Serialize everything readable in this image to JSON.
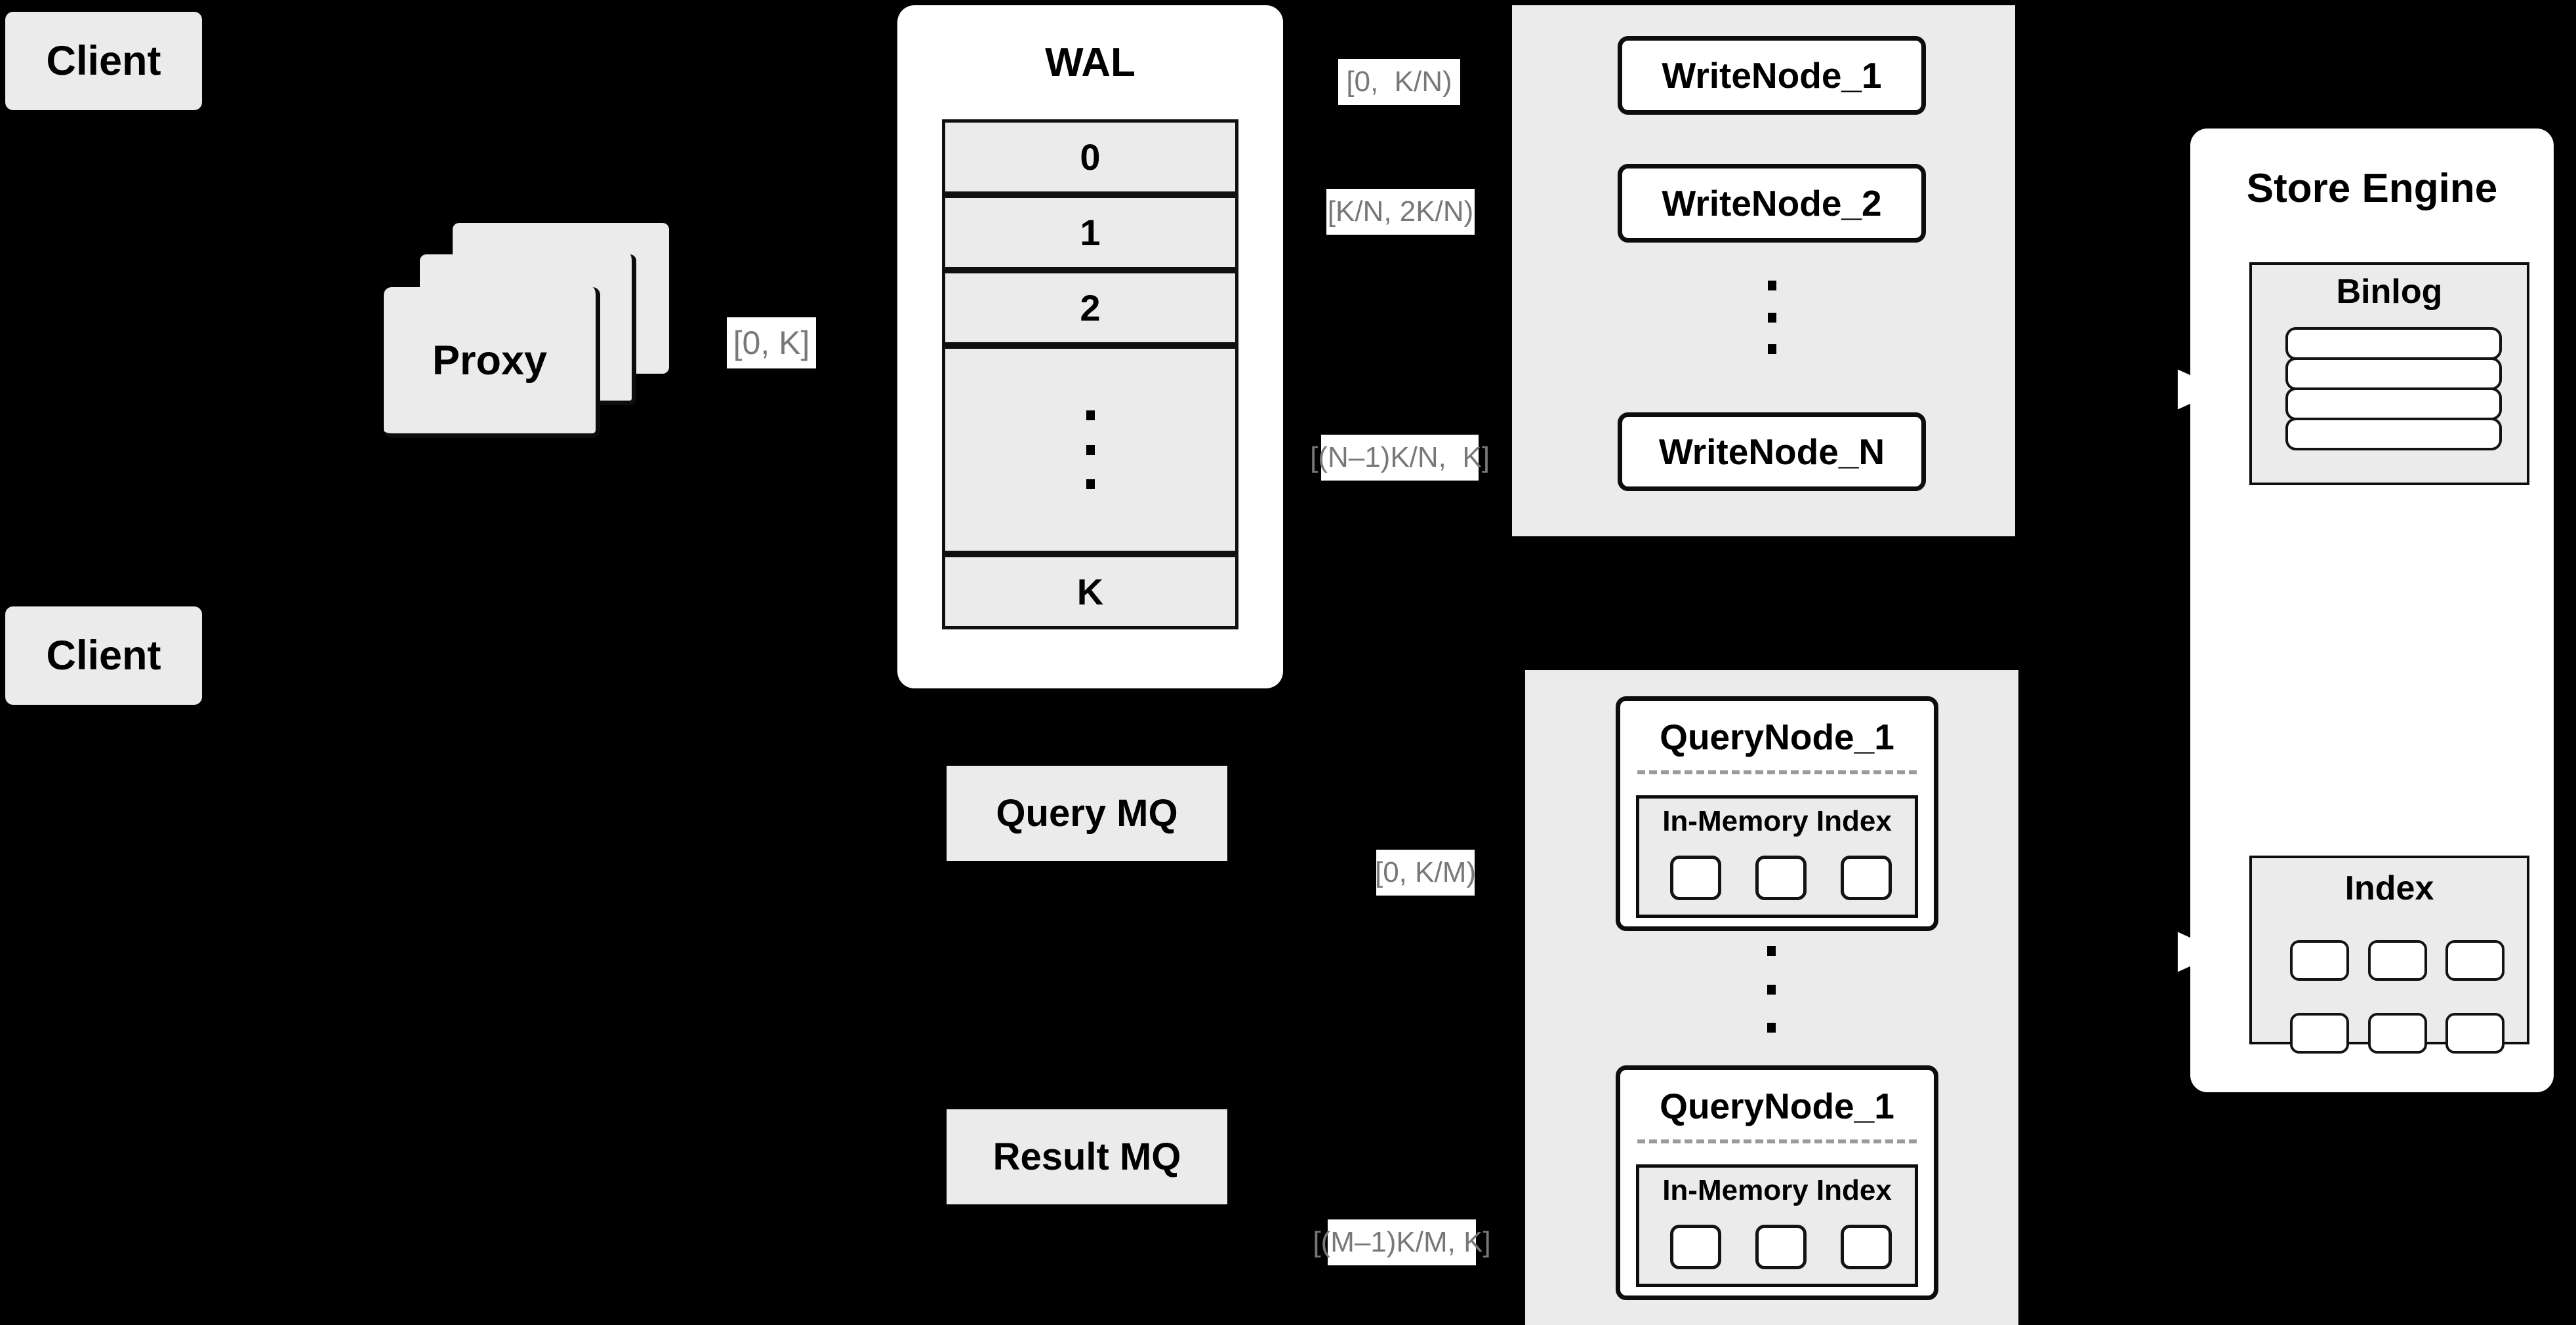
{
  "diagram": {
    "title": "Distributed Write/Query Architecture",
    "background": "#000000",
    "panel_fill": "#ebebeb",
    "card_fill": "#ffffff",
    "label_text_color": "#787878",
    "stroke_color": "#0d0d0d"
  },
  "clients": [
    {
      "label": "Client"
    },
    {
      "label": "Client"
    }
  ],
  "proxy": {
    "label": "Proxy",
    "stack_count": 3
  },
  "wal": {
    "title": "WAL",
    "rows": [
      "0",
      "1",
      "2"
    ],
    "ellipsis": "···",
    "last_row": "K"
  },
  "queues": [
    {
      "label": "Query MQ"
    },
    {
      "label": "Result MQ"
    }
  ],
  "range_labels": {
    "proxy_to_wal": "[0, K]",
    "write_node_1": "[0,  K/N)",
    "write_node_2": "[K/N, 2K/N)",
    "write_node_n": "[(N–1)K/N,  K]",
    "query_node_1": "[0, K/M)",
    "query_node_m": "[(M–1)K/M, K]"
  },
  "write_group": {
    "nodes": [
      {
        "label": "WriteNode_1"
      },
      {
        "label": "WriteNode_2"
      },
      {
        "label": "WriteNode_N"
      }
    ],
    "ellipsis_dots": 3
  },
  "query_group": {
    "nodes": [
      {
        "label": "QueryNode_1",
        "inner_title": "In-Memory Index",
        "slot_count": 3
      },
      {
        "label": "QueryNode_1",
        "inner_title": "In-Memory Index",
        "slot_count": 3
      }
    ],
    "ellipsis_dots": 3
  },
  "store_engine": {
    "title": "Store Engine",
    "binlog": {
      "title": "Binlog",
      "bar_count": 4
    },
    "index": {
      "title": "Index",
      "cell_count": 6
    }
  }
}
